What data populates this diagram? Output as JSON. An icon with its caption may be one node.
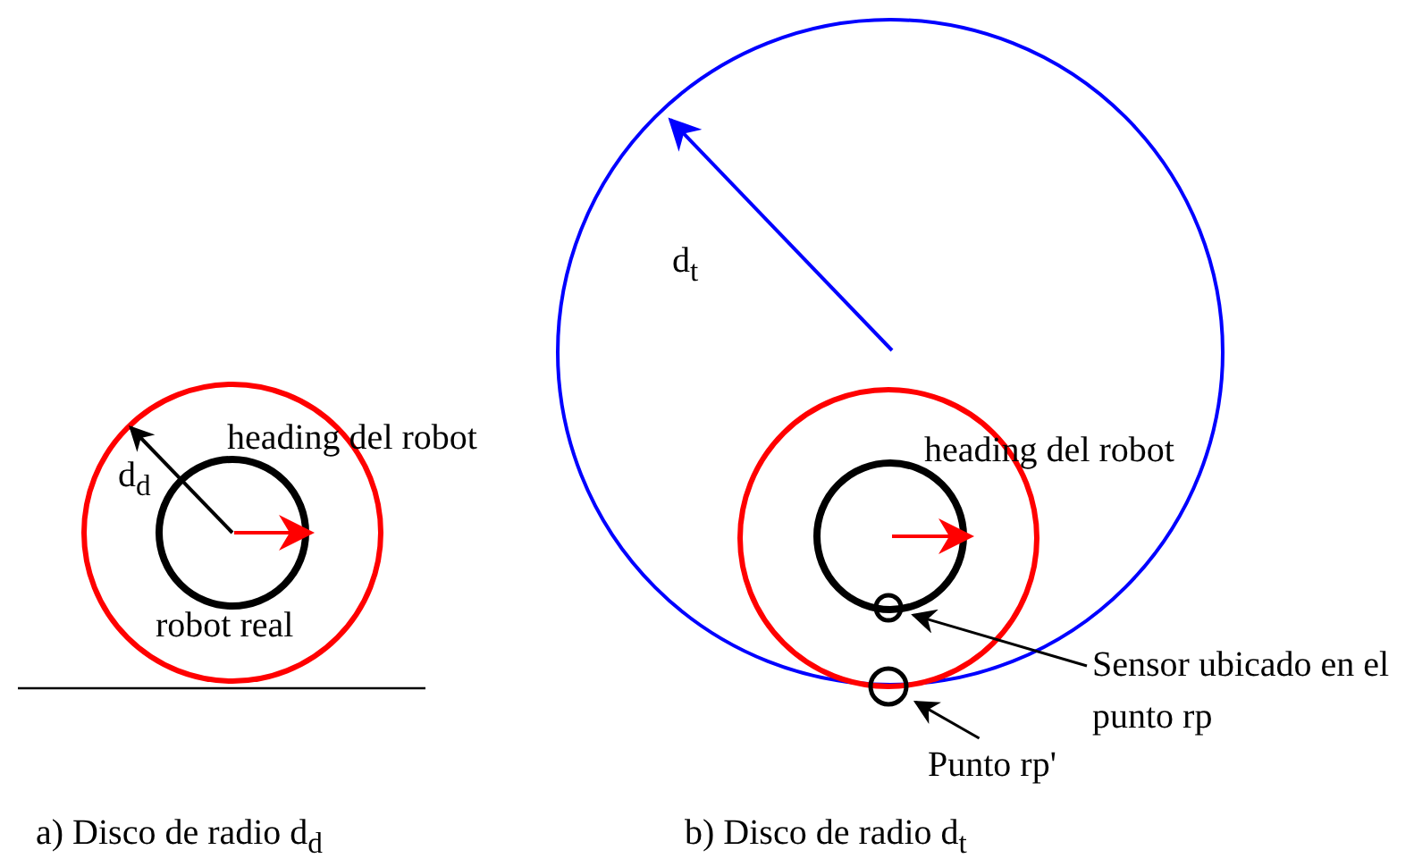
{
  "diagram": {
    "nodes": [
      {
        "text": [
          "Sensor ubicado en el punto rp"
        ]
      },
      {
        "text": [],
        "shape": "circle"
      },
      {
        "text": [
          "Punto rp'"
        ]
      },
      {
        "text": [],
        "shape": "circle"
      }
    ],
    "edges": [
      {
        "from": 0,
        "to": 1,
        "arrow": "to"
      },
      {
        "from": 2,
        "to": 3,
        "arrow": "to"
      }
    ],
    "labels": [
      "heading del robot",
      "d$_{d}$",
      "robot real",
      "a) Disco de radio d$_{d}$",
      "d$_{t}$",
      "heading del robot",
      "b) Disco de radio d$_{t}$"
    ]
  }
}
